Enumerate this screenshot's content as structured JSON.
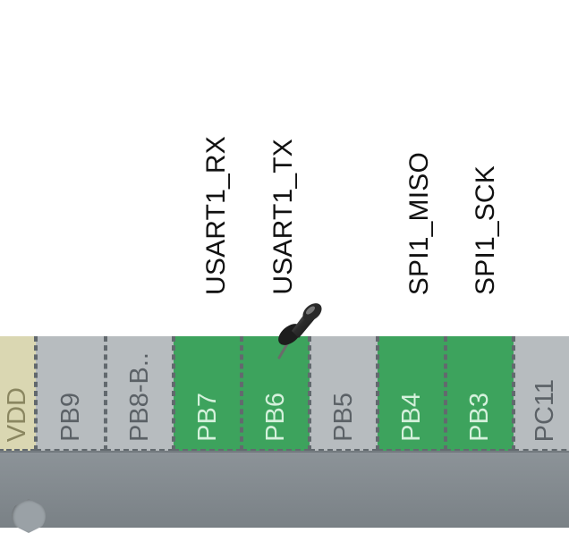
{
  "signals": [
    {
      "label": "USART1_RX",
      "pin": "PB7"
    },
    {
      "label": "USART1_TX",
      "pin": "PB6"
    },
    {
      "label": "SPI1_MISO",
      "pin": "PB4"
    },
    {
      "label": "SPI1_SCK",
      "pin": "PB3"
    }
  ],
  "pins": [
    {
      "label": "VDD",
      "state": "power"
    },
    {
      "label": "PB9",
      "state": "unassigned"
    },
    {
      "label": "PB8-B..",
      "state": "unassigned"
    },
    {
      "label": "PB7",
      "state": "assigned"
    },
    {
      "label": "PB6",
      "state": "assigned"
    },
    {
      "label": "PB5",
      "state": "unassigned"
    },
    {
      "label": "PB4",
      "state": "assigned"
    },
    {
      "label": "PB3",
      "state": "assigned"
    },
    {
      "label": "PC11",
      "state": "unassigned"
    }
  ],
  "colors": {
    "assigned": "#3da35d",
    "unassigned": "#b7bcbf",
    "power": "#dad7b2",
    "chip_body": "#7b8287"
  },
  "icons": {
    "pin_lock": "pushpin-icon",
    "pin1_marker": "pin1-indicator-icon"
  }
}
